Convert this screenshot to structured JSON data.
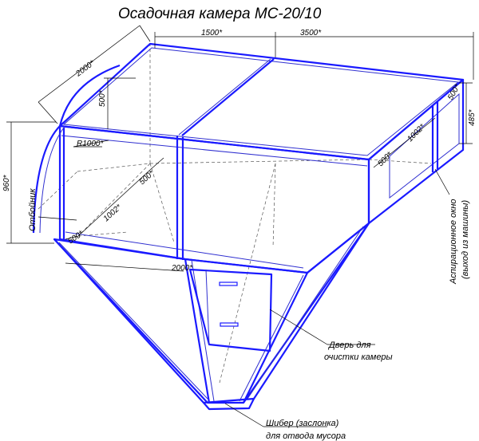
{
  "title": "Осадочная камера МС-20/10",
  "dimensions": {
    "top_1500": "1500*",
    "top_3500": "3500*",
    "depth_2000": "2000*",
    "left_500_vertical": "500*",
    "radius": "R1000*",
    "height_960": "960*",
    "floor_500_diag": "500*",
    "floor_1002": "1002*",
    "floor_500_left": "500*",
    "bottom_2000": "2000*",
    "right_500_top": "500*",
    "right_485": "485*",
    "right_1002": "1002*",
    "right_500_bottom": "500*"
  },
  "labels": {
    "deflector": "Отбойник",
    "door_line1": "Дверь для",
    "door_line2": "очистки камеры",
    "gate_line1": "Шибер (заслонка)",
    "gate_line2": "для отвода мусора",
    "aspiration_line1": "Аспирационное окно",
    "aspiration_line2": "(выход из машины)"
  },
  "colors": {
    "frame": "#1a1aff",
    "dimension_lines": "#000000",
    "background": "#ffffff"
  }
}
